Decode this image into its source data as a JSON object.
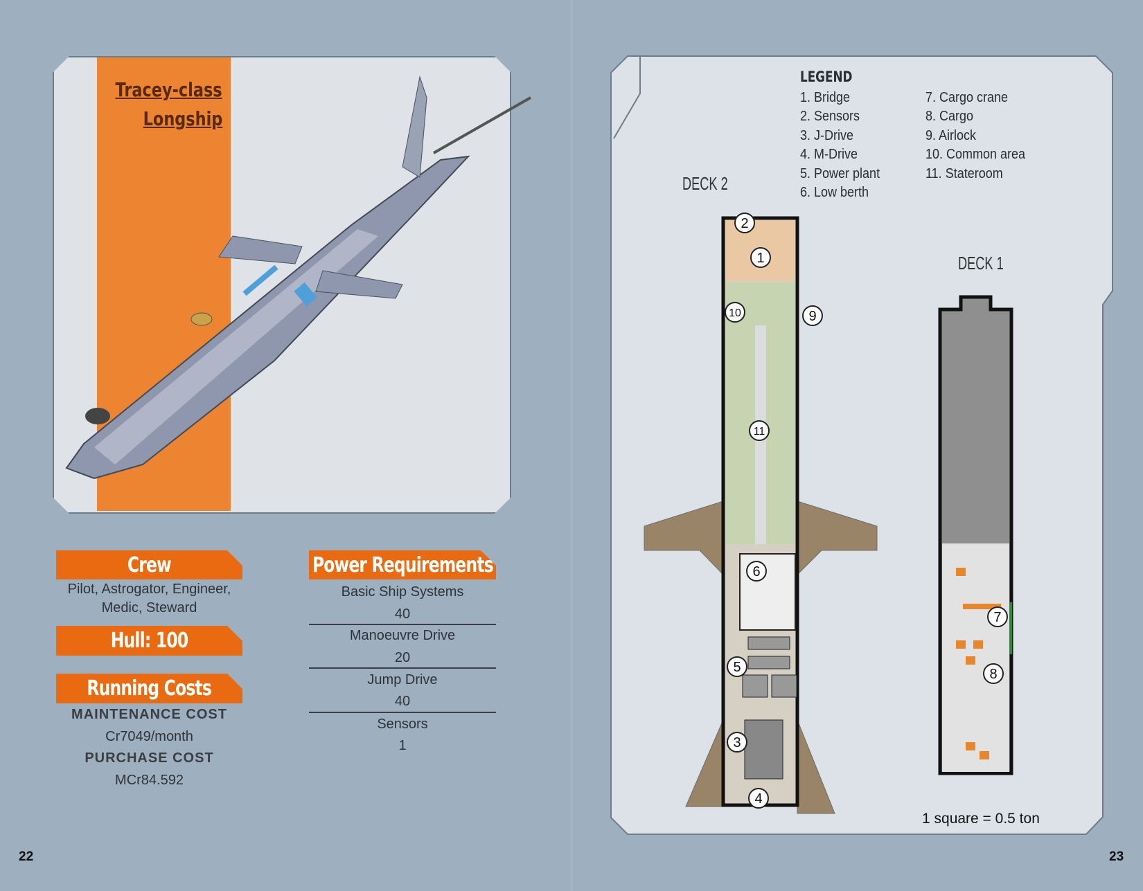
{
  "ship": {
    "title_line1": "Tracey-class",
    "title_line2": "Longship"
  },
  "crew": {
    "heading": "Crew",
    "text_line1": "Pilot, Astrogator, Engineer,",
    "text_line2": "Medic, Steward"
  },
  "hull": {
    "heading": "Hull:  100"
  },
  "running_costs": {
    "heading": "Running Costs",
    "maintenance_label": "MAINTENANCE COST",
    "maintenance_value": "Cr7049/month",
    "purchase_label": "PURCHASE COST",
    "purchase_value": "MCr84.592"
  },
  "power": {
    "heading": "Power Requirements",
    "rows": [
      {
        "label": "Basic Ship Systems",
        "value": "40"
      },
      {
        "label": "Manoeuvre Drive",
        "value": "20"
      },
      {
        "label": "Jump Drive",
        "value": "40"
      },
      {
        "label": "Sensors",
        "value": "1"
      }
    ]
  },
  "legend": {
    "heading": "LEGEND",
    "items": [
      "1. Bridge",
      "2. Sensors",
      "3. J-Drive",
      "4. M-Drive",
      "5. Power plant",
      "6. Low berth",
      "7. Cargo crane",
      "8. Cargo",
      "9. Airlock",
      "10. Common area",
      "11. Stateroom"
    ]
  },
  "decks": {
    "deck2": "DECK 2",
    "deck1": "DECK 1",
    "scale": "1 square = 0.5 ton",
    "markers": [
      "1",
      "2",
      "3",
      "4",
      "5",
      "6",
      "7",
      "8",
      "9",
      "10",
      "11"
    ]
  },
  "pages": {
    "left": "22",
    "right": "23"
  },
  "colors": {
    "orange": "#e96a10",
    "stripe": "#ec8432",
    "background": "#9eafbf"
  }
}
